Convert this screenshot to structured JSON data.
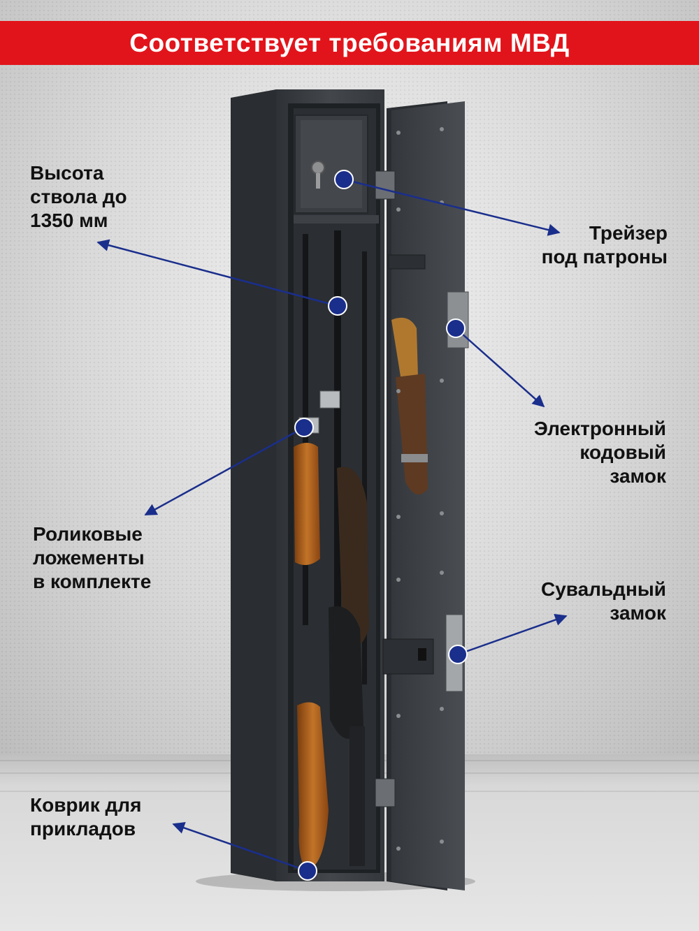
{
  "banner": {
    "text": "Соответствует требованиям МВД",
    "color": "#e2141b"
  },
  "callouts": {
    "barrel_height": {
      "lines": [
        "Высота",
        "ствола до",
        "1350 мм"
      ]
    },
    "ammo_tray": {
      "lines": [
        "Трейзер",
        "под патроны"
      ]
    },
    "electronic_lock": {
      "lines": [
        "Электронный",
        "кодовый",
        "замок"
      ]
    },
    "roller_rests": {
      "lines": [
        "Роликовые",
        "ложементы",
        "в комплекте"
      ]
    },
    "lever_lock": {
      "lines": [
        "Сувальдный",
        "замок"
      ]
    },
    "stock_mat": {
      "lines": [
        "Коврик для",
        "прикладов"
      ]
    }
  },
  "colors": {
    "marker": "#1a2e8c",
    "safe_body": "#3f4348",
    "stock_wood": "#b5651d"
  },
  "icons": [
    "gun-safe-illustration",
    "callout-dot",
    "arrow-head"
  ]
}
